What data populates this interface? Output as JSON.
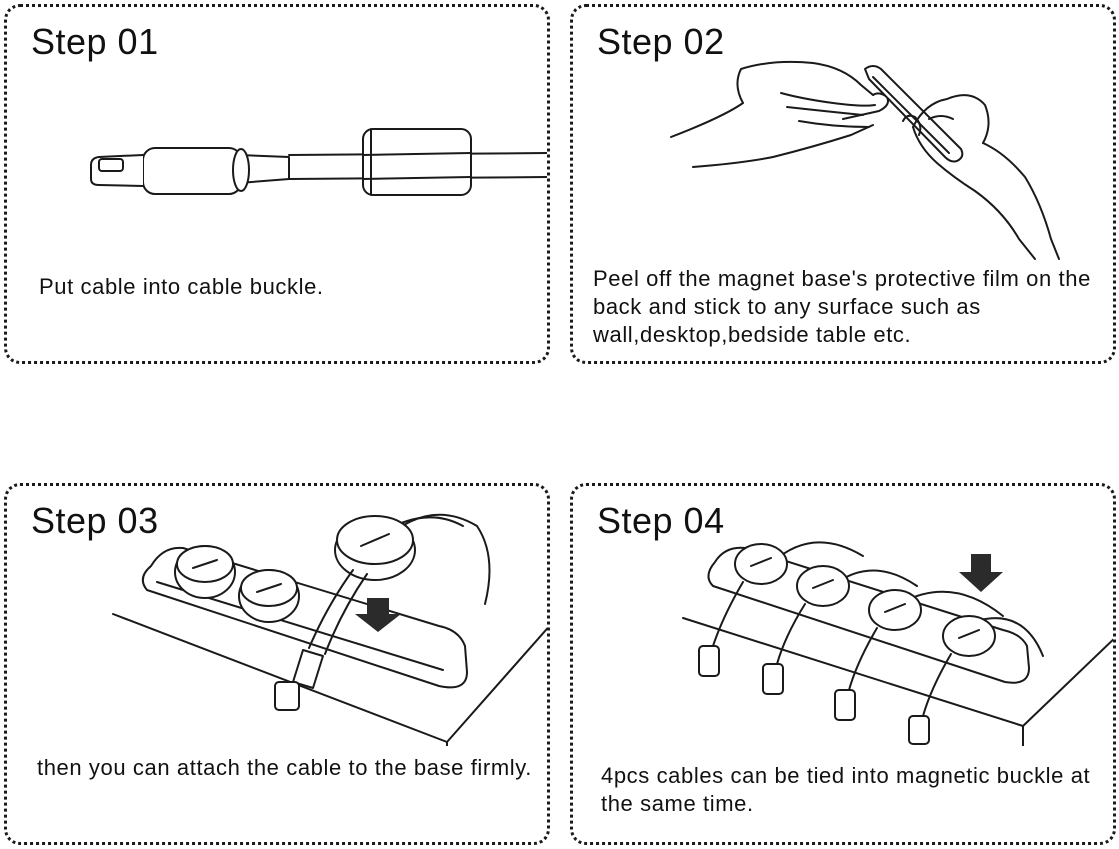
{
  "steps": [
    {
      "title": "Step 01",
      "text": "Put cable into cable buckle."
    },
    {
      "title": "Step 02",
      "text": "Peel off the magnet base's protective film on the back and stick to any surface such as wall,desktop,bedside table etc."
    },
    {
      "title": "Step 03",
      "text": "then you can attach the cable to the base firmly."
    },
    {
      "title": "Step 04",
      "text": "4pcs cables can be tied into magnetic buckle at the same time."
    }
  ],
  "colors": {
    "line": "#1a1a1a",
    "arrow": "#2b2b2b",
    "background": "#ffffff"
  },
  "icons": [
    "cable-plug-illustration",
    "hands-peeling-film-illustration",
    "cable-base-single-illustration",
    "cable-base-four-illustration",
    "down-arrow-icon"
  ]
}
